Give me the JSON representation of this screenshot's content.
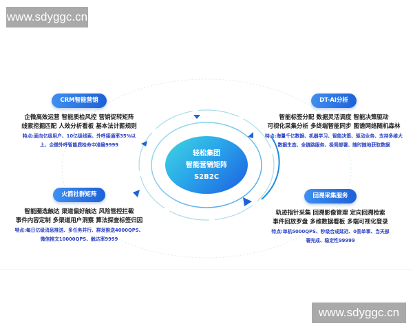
{
  "watermark": {
    "text": "www.sdyggc.cn"
  },
  "center": {
    "line1": "轻松集团",
    "line2": "智能营销矩阵",
    "line3": "S2B2C"
  },
  "blocks": {
    "crm": {
      "title": "CRM智能营销",
      "lines": [
        "企微高效运营  智能质检风控  营销促转矩阵",
        "线索挖掘匹配  人效分析看板  基本法计薪规则"
      ],
      "features": [
        "特点:面向亿级用户、10亿级线索、外呼接通率35%以",
        "上、企微外呼智能质检命中准确9999"
      ]
    },
    "dtai": {
      "title": "DT-AI分析",
      "lines": [
        "智能标签分配  数据灵活调度  智能决策驱动",
        "可视化采集分析  多终端智能同步  图谱网络随机森林"
      ],
      "features": [
        "特点:海量千亿数据、机器学习、智能决策、驱动业务、支持多维大",
        "数据生态、全链路服务、极简部署、随时随地获取数据"
      ]
    },
    "rocket": {
      "title": "火箭社群矩阵",
      "lines": [
        "智能圈选触达  渠道偏好触达  风险管控拦截",
        "事件内容定制  多渠道用户洞察  算法探查标签归因"
      ],
      "features": [
        "特点:每日亿级消息推送、多任务并行、群发推送4000QPS、",
        "微信推文10000QPS、触达率9999"
      ]
    },
    "playback": {
      "title": "回溯采集服务",
      "lines": [
        "轨迹指针采集  回溯影像管理  定向回溯检索",
        "事件回放罗盘  多维数据看板  多端可视化登录"
      ],
      "features": [
        "特点:单机5000QPS、秒级合成延迟、0丢单事、当天部",
        "署完成、稳定性99999"
      ]
    }
  },
  "colors": {
    "accent": "#1d62d8",
    "feature_text": "#2a3fc0",
    "watermark_bg": "#a9a9a9"
  }
}
